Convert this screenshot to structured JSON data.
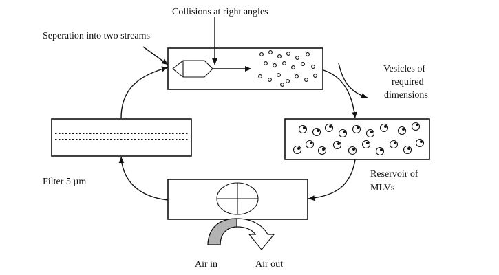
{
  "labels": {
    "collisions": "Collisions at right angles",
    "separation": "Seperation into two streams",
    "vesicles_line1": "Vesicles of",
    "vesicles_line2": "required",
    "vesicles_line3": "dimensions",
    "reservoir_line1": "Reservoir of",
    "reservoir_line2": "MLVs",
    "filter": "Filter 5 µm",
    "air_in": "Air in",
    "air_out": "Air out"
  }
}
